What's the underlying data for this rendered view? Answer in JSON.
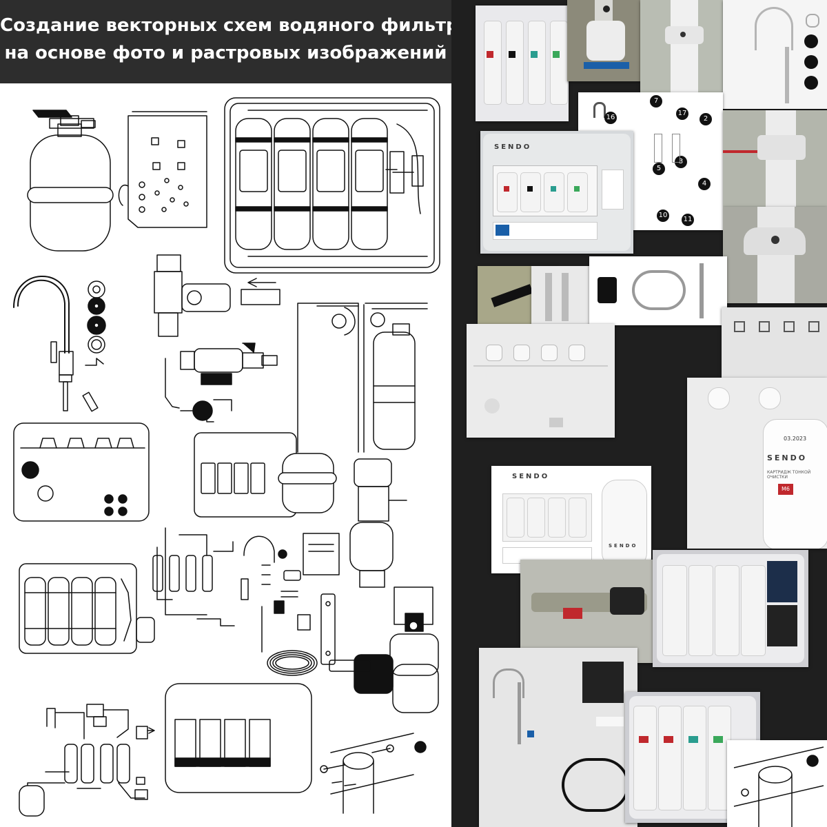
{
  "title": {
    "line1": "Создание векторных схем  водяного фильтра",
    "line2": "на основе фото и растровых изображений"
  },
  "photos": {
    "brand": "SENDO",
    "brand_alt": "SENDO",
    "tank_label": "SENDO",
    "cartridge_date": "03.2023",
    "cartridge_text": "КАРТРИДЖ ТОНКОЙ ОЧИСТКИ",
    "cartridge_code": "M6",
    "flat_label": "SENDO"
  },
  "numbered_parts": [
    "2",
    "3",
    "4",
    "5",
    "7",
    "10",
    "11",
    "16",
    "17"
  ],
  "colors": {
    "header_bg": "#2d2d2d",
    "right_bg": "#1f1f1f",
    "accent_blue": "#1a5fa8",
    "accent_red": "#c0282d"
  }
}
